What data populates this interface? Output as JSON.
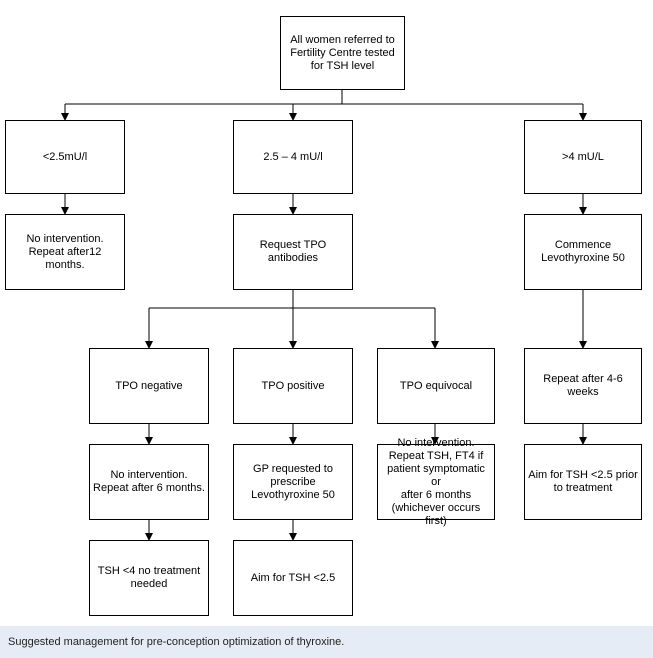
{
  "nodes": {
    "root": "All women referred to\nFertility Centre tested\nfor TSH level",
    "low": "<2.5mU/l",
    "mid": "2.5 – 4 mU/l",
    "high": ">4 mU/L",
    "low_action": "No intervention.\nRepeat after12\nmonths.",
    "mid_action": "Request TPO\nantibodies",
    "high_action": "Commence\nLevothyroxine 50",
    "tpo_neg": "TPO negative",
    "tpo_pos": "TPO positive",
    "tpo_eq": "TPO equivocal",
    "high_repeat": "Repeat after 4-6 weeks",
    "neg_action": "No intervention.\nRepeat after 6 months.",
    "pos_action": "GP requested to\nprescribe\nLevothyroxine 50",
    "eq_action": "No intervention.\nRepeat TSH, FT4 if\npatient symptomatic or\nafter 6 months\n(whichever occurs first)",
    "high_aim": "Aim for TSH <2.5 prior\nto treatment",
    "neg_result": "TSH <4 no treatment\nneeded",
    "pos_aim": "Aim for TSH <2.5"
  },
  "caption": "Suggested management for pre-conception optimization of thyroxine."
}
